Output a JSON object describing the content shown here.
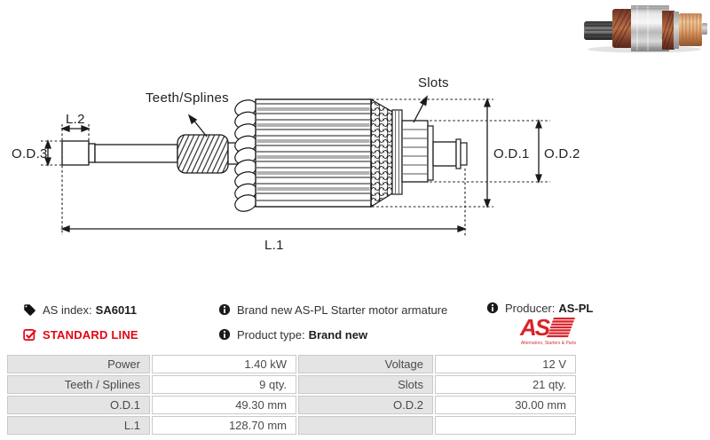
{
  "diagram": {
    "labels": {
      "teeth_splines": "Teeth/Splines",
      "slots": "Slots",
      "l2": "L.2",
      "od3": "O.D.3",
      "od1": "O.D.1",
      "od2": "O.D.2",
      "l1": "L.1"
    }
  },
  "info": {
    "as_index": {
      "label": "AS index:",
      "value": "SA6011"
    },
    "standard_line": "STANDARD LINE",
    "description": "Brand new AS-PL Starter motor armature",
    "product_type": {
      "label": "Product type:",
      "value": "Brand new"
    },
    "producer": {
      "label": "Producer:",
      "value": "AS-PL"
    },
    "logo": {
      "text": "AS",
      "tagline": "Alternators, Starters & Parts"
    }
  },
  "specs": {
    "rows": [
      {
        "label1": "Power",
        "value1": "1.40 kW",
        "label2": "Voltage",
        "value2": "12 V"
      },
      {
        "label1": "Teeth / Splines",
        "value1": "9 qty.",
        "label2": "Slots",
        "value2": "21 qty."
      },
      {
        "label1": "O.D.1",
        "value1": "49.30 mm",
        "label2": "O.D.2",
        "value2": "30.00 mm"
      },
      {
        "label1": "L.1",
        "value1": "128.70 mm",
        "label2": "",
        "value2": ""
      }
    ]
  },
  "colors": {
    "accent_red": "#e30613",
    "line_art": "#1a1a1a",
    "table_label_bg": "#e4e4e4",
    "table_border": "#c9c9c9",
    "text": "#333333"
  }
}
